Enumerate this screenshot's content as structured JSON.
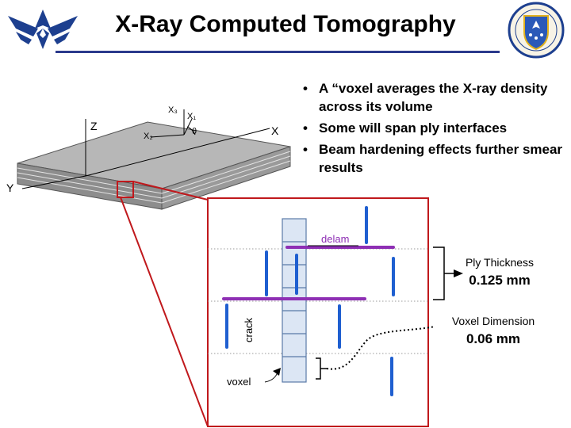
{
  "slide": {
    "title": "X-Ray Computed Tomography",
    "bullets": [
      "A “voxel averages the X-ray density across its volume",
      "Some will span ply interfaces",
      "Beam hardening effects further smear results"
    ]
  },
  "laminate": {
    "axis_labels": {
      "x1": "X₁",
      "x2": "X₂",
      "x3": "X₃",
      "theta": "θ",
      "x": "X",
      "y": "Y",
      "z": "Z"
    }
  },
  "detail": {
    "delam_label": "delam",
    "crack_label": "crack",
    "voxel_label": "voxel",
    "ply_thickness_label": "Ply Thickness",
    "ply_thickness_value": "0.125 mm",
    "voxel_dimension_label": "Voxel Dimension",
    "voxel_dimension_value": "0.06 mm"
  },
  "colors": {
    "title_rule": "#2b3a8c",
    "delam": "#8e2fb4",
    "crack": "#1f5fd0",
    "callout": "#c0181c",
    "voxel_fill": "#dce6f4",
    "voxel_stroke": "#5a7aa8"
  },
  "icons": {
    "left_logo": "air-force-wings-logo",
    "right_logo": "afrl-shield-emblem"
  }
}
